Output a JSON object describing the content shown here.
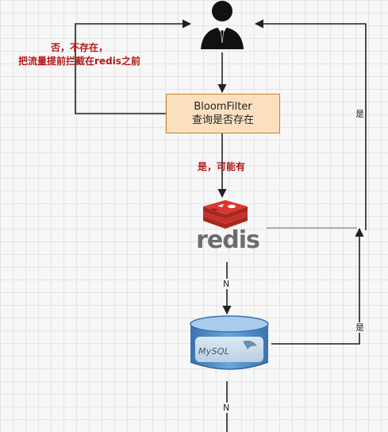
{
  "nodes": {
    "user": {
      "icon": "user-icon"
    },
    "bloom_filter": {
      "line1": "BloomFilter",
      "line2": "查询是否存在"
    },
    "redis": {
      "label": "redis",
      "icon": "redis-logo-icon"
    },
    "mysql": {
      "label": "MySQL",
      "icon": "database-cylinder-icon"
    }
  },
  "notes": {
    "not_exist_line1": "否，不存在，",
    "not_exist_line2": "把流量提前拦截在redis之前",
    "maybe_exists": "是，可能有"
  },
  "edge_labels": {
    "redis_to_mysql": "N",
    "mysql_down": "N",
    "redis_hit": "是",
    "mysql_hit": "是"
  },
  "colors": {
    "note_red": "#b31b1b",
    "bloom_fill": "#fbe0bf",
    "bloom_border": "#c67f34",
    "redis_red": "#c9302a",
    "mysql_blue": "#4a86c5"
  }
}
